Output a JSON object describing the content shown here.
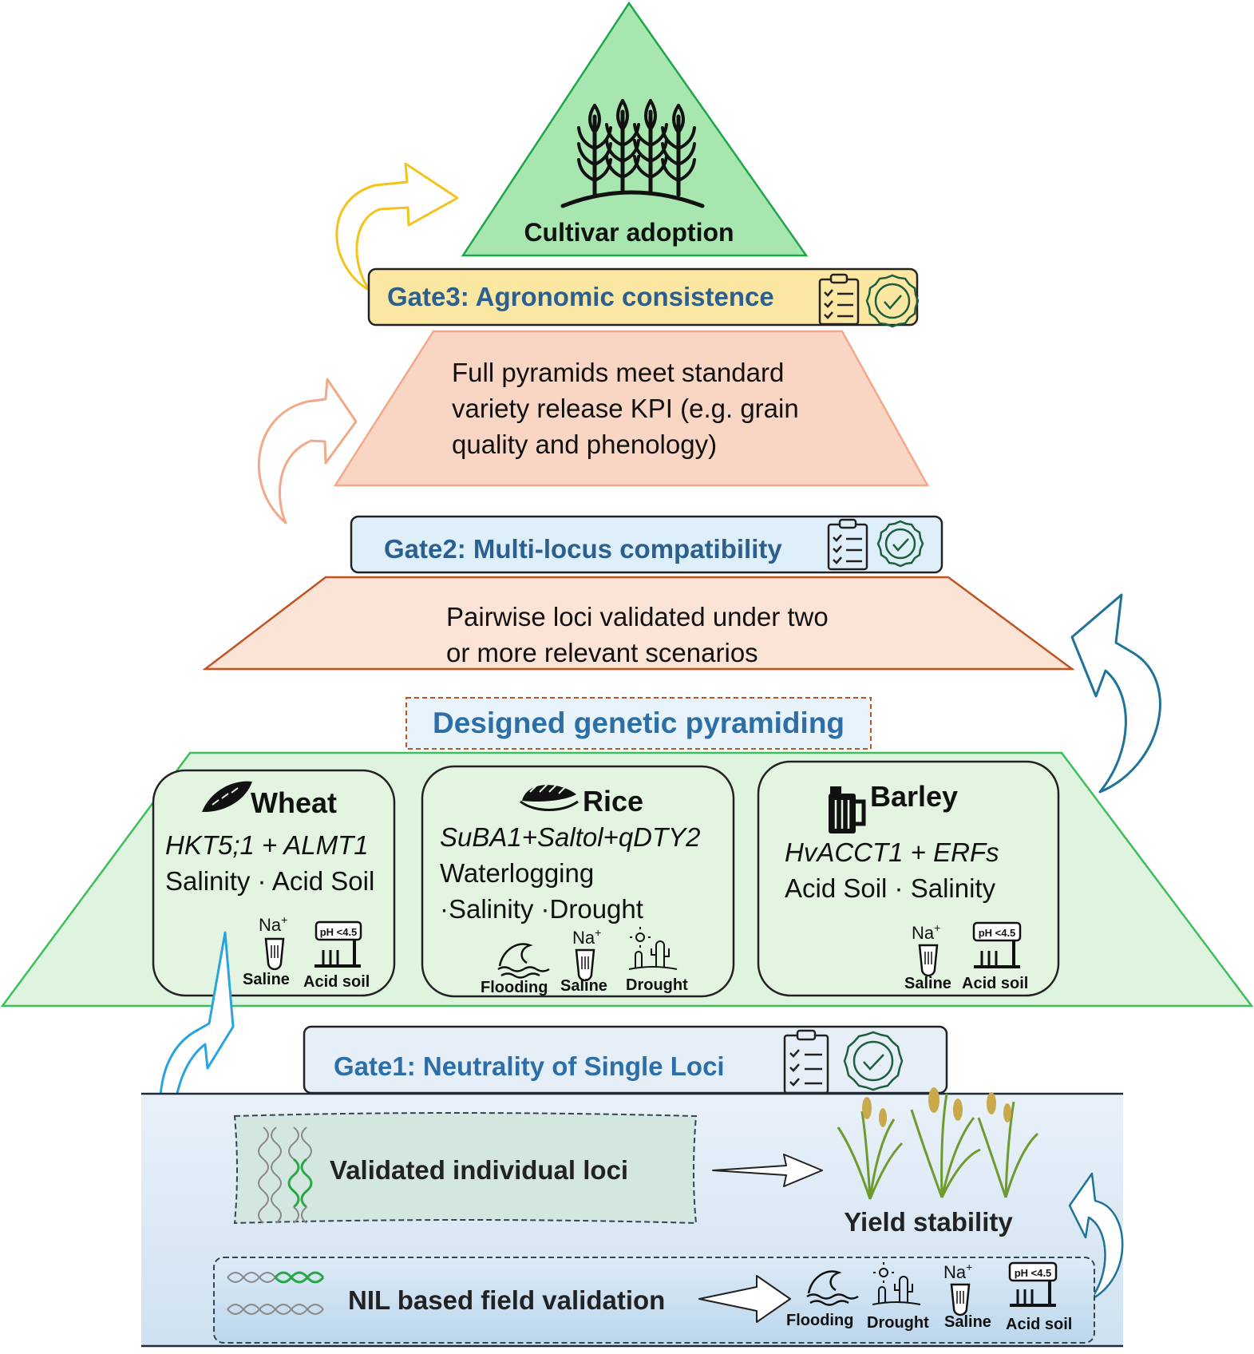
{
  "top": {
    "label": "Cultivar adoption"
  },
  "gate3": {
    "label": "Gate3: Agronomic consistence"
  },
  "tier_full": {
    "lines": [
      "Full pyramids meet standard",
      "variety release KPI (e.g. grain",
      "quality and phenology)"
    ]
  },
  "gate2": {
    "label": "Gate2: Multi-locus compatibility"
  },
  "tier_pairwise": {
    "lines": [
      "Pairwise loci validated under two",
      "or more relevant scenarios"
    ]
  },
  "section_title": "Designed genetic pyramiding",
  "crops": {
    "wheat": {
      "name": "Wheat",
      "genes": "HKT5;1 + ALMT1",
      "stress": "Salinity · Acid Soil",
      "icons": [
        "Saline",
        "Acid soil"
      ]
    },
    "rice": {
      "name": "Rice",
      "genes": "SuBA1+Saltol+qDTY2",
      "stress_lines": [
        "Waterlogging",
        "·Salinity ·Drought"
      ],
      "icons": [
        "Flooding",
        "Saline",
        "Drought"
      ]
    },
    "barley": {
      "name": "Barley",
      "genes": "HvACCT1 + ERFs",
      "stress": "Acid Soil · Salinity",
      "icons": [
        "Saline",
        "Acid soil"
      ]
    }
  },
  "icon_text": {
    "sodium": "Na",
    "sodium_charge": "+",
    "ph": "pH <4.5"
  },
  "gate1": {
    "label": "Gate1: Neutrality of Single Loci"
  },
  "base": {
    "validated_loci": "Validated individual loci",
    "yield": "Yield stability",
    "nil": "NIL based field validation",
    "icons": [
      "Flooding",
      "Drought",
      "Saline",
      "Acid soil"
    ]
  },
  "icons": {
    "gate_icons": [
      "clipboard-checklist-icon",
      "check-seal-icon"
    ],
    "crop_icons": [
      "wheat-grain-icon",
      "rice-sushi-icon",
      "beer-mug-icon"
    ]
  },
  "colors": {
    "top_green": "#a8e6b0",
    "top_green_stroke": "#1fa54a",
    "gate3_fill": "#fbe6a2",
    "tier_salmon": "#f9d6c4",
    "gate_blue_fill": "#deeffa",
    "tier_pairwise": "#fbe3d6",
    "pyramid_green": "#dff4df",
    "pyramid_green_stroke": "#3cbf5a",
    "text_blue": "#2b5f8e",
    "base_blue": "#dbe8f5",
    "arrow_gold": "#f3c31a",
    "arrow_salmon": "#f2a889",
    "arrow_teal": "#1f7298",
    "arrow_cyan": "#2aa4dc"
  }
}
